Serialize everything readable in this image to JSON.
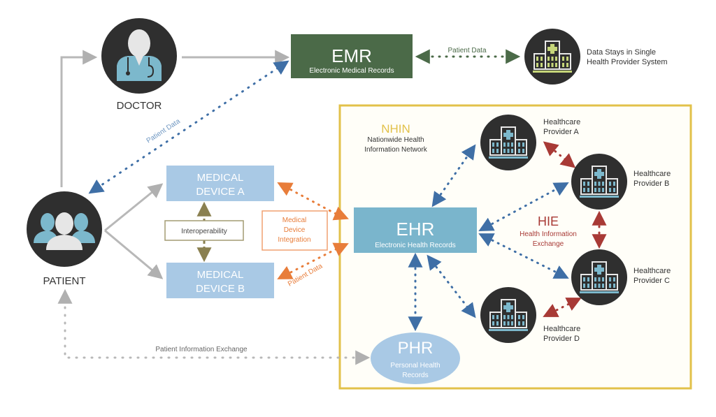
{
  "colors": {
    "emr_green": "#4b6a48",
    "ehr_blue": "#7ab5cc",
    "device_blue": "#a9c9e5",
    "phr_blue": "#a9c9e5",
    "nhin_gold": "#e2c14a",
    "hie_red": "#a83a36",
    "orange": "#e87d3a",
    "link_blue": "#3f6fa6",
    "gray": "#b8b8b8",
    "icon_dark": "#2f2f2f",
    "icon_teal": "#7cb8cc",
    "icon_lime": "#c6d67a"
  },
  "nodes": {
    "doctor": {
      "label": "DOCTOR"
    },
    "patient": {
      "label": "PATIENT"
    },
    "emr": {
      "title": "EMR",
      "subtitle": "Electronic Medical Records"
    },
    "single_provider": {
      "line1": "Data Stays in Single",
      "line2": "Health Provider System"
    },
    "device_a": {
      "line1": "MEDICAL",
      "line2": "DEVICE A"
    },
    "device_b": {
      "line1": "MEDICAL",
      "line2": "DEVICE B"
    },
    "interoperability": {
      "label": "Interoperability"
    },
    "device_integration": {
      "line1": "Medical",
      "line2": "Device",
      "line3": "Integration"
    },
    "nhin": {
      "title": "NHIN",
      "line1": "Nationwide Health",
      "line2": "Information Network"
    },
    "ehr": {
      "title": "EHR",
      "subtitle": "Electronic Health Records"
    },
    "hie": {
      "title": "HIE",
      "line1": "Health Information",
      "line2": "Exchange"
    },
    "phr": {
      "title": "PHR",
      "line1": "Personal Health",
      "line2": "Records"
    },
    "providers": [
      {
        "line1": "Healthcare",
        "line2": "Provider A"
      },
      {
        "line1": "Healthcare",
        "line2": "Provider B"
      },
      {
        "line1": "Healthcare",
        "line2": "Provider C"
      },
      {
        "line1": "Healthcare",
        "line2": "Provider D"
      }
    ]
  },
  "edge_labels": {
    "emr_to_provider": "Patient Data",
    "patient_to_emr": "Patient Data",
    "device_to_ehr": "Patient Data",
    "patient_info_exchange": "Patient Information Exchange"
  }
}
